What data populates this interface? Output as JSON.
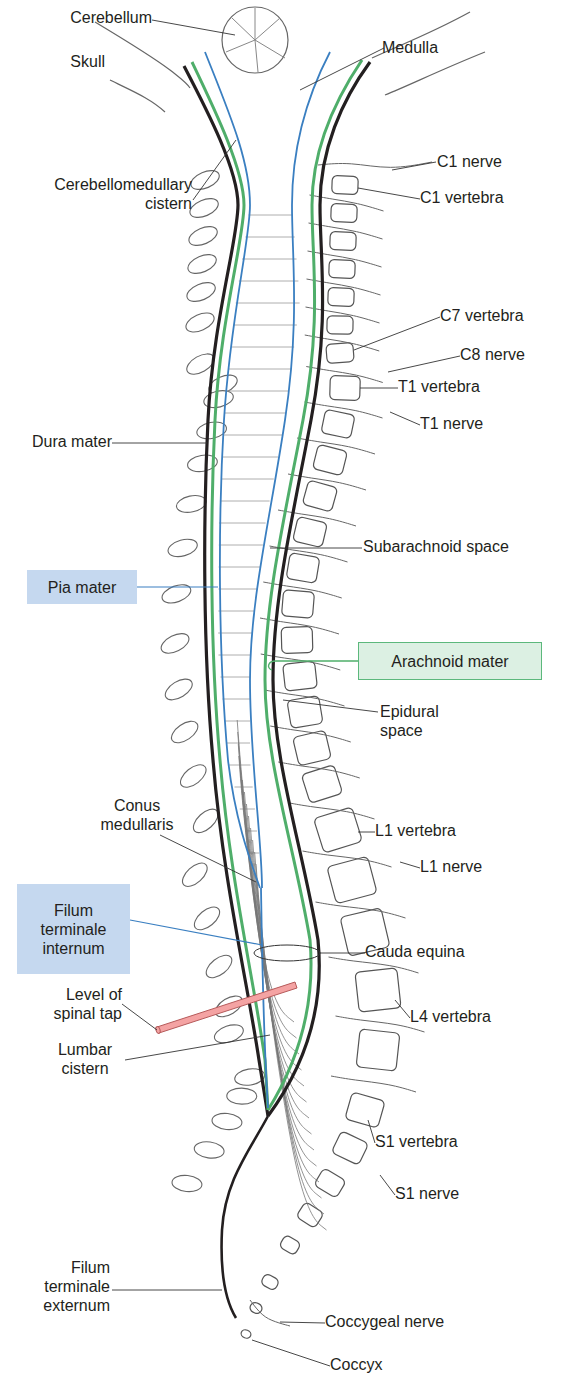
{
  "diagram": {
    "nodes": [
      {
        "text": [
          "Pia mater"
        ]
      },
      {
        "text": [
          "Arachnoid mater"
        ]
      },
      {
        "text": [
          "Filum terminale internum"
        ]
      }
    ],
    "labels": [
      "Cerebellum",
      "Medulla",
      "Skull",
      "C1 nerve",
      "Cerebellomedullary cistern",
      "C1 vertebra",
      "C7 vertebra",
      "C8 nerve",
      "T1 vertebra",
      "T1 nerve",
      "Dura mater",
      "Subarachnoid space",
      "Epidural space",
      "Conus medullaris",
      "L1 vertebra",
      "L1 nerve",
      "Cauda equina",
      "Level of spinal tap",
      "L4 vertebra",
      "Lumbar cistern",
      "S1 vertebra",
      "S1 nerve",
      "Filum terminale externum",
      "Coccygeal nerve",
      "Coccyx"
    ]
  }
}
